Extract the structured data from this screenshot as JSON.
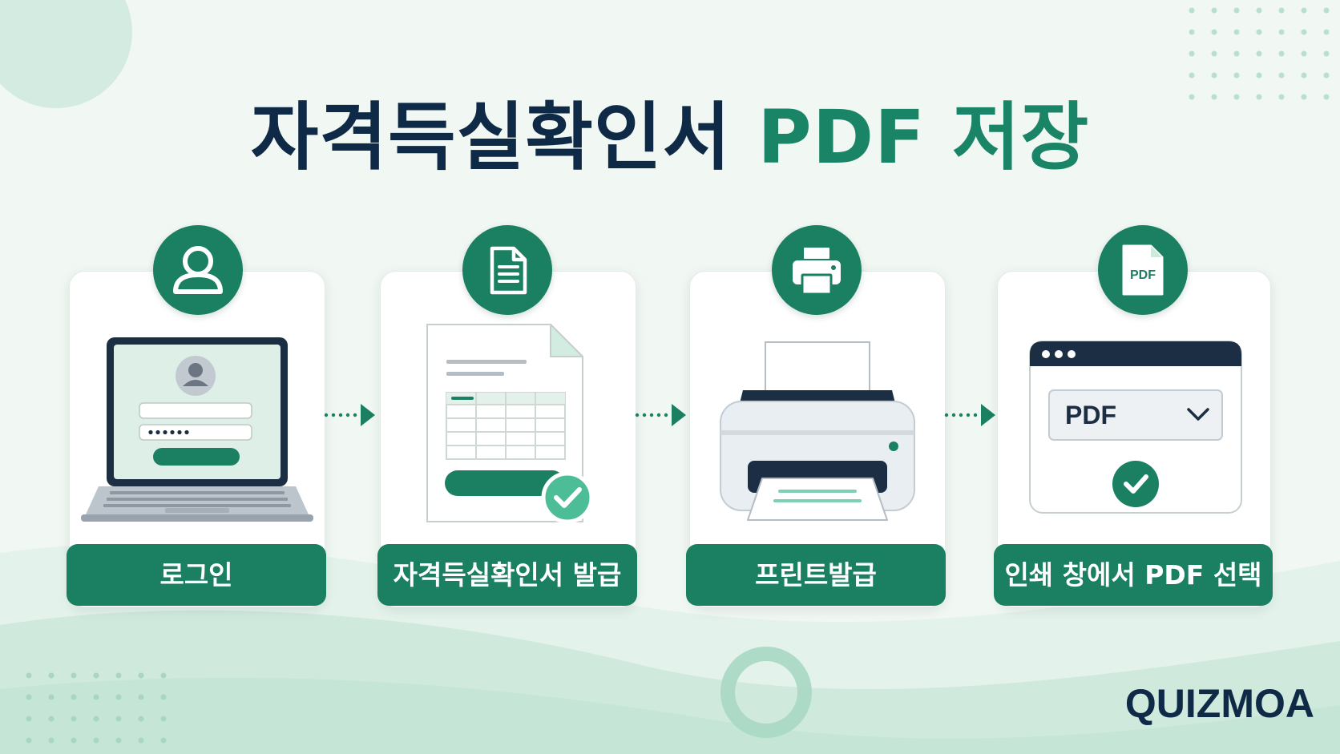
{
  "title": {
    "main": "자격득실확인서",
    "accent": "PDF 저장"
  },
  "steps": [
    {
      "label": "로그인",
      "icon": "user-icon",
      "illustration": "laptop-login-screen"
    },
    {
      "label": "자격득실확인서 발급",
      "icon": "document-icon",
      "illustration": "certificate-document"
    },
    {
      "label": "프린트발급",
      "icon": "printer-icon",
      "illustration": "printer"
    },
    {
      "label": "인쇄 창에서 PDF 선택",
      "icon": "pdf-file-icon",
      "illustration": "print-dialog-pdf-select"
    }
  ],
  "pdf_select_value": "PDF",
  "pdf_icon_text": "PDF",
  "brand": "QUIZMOA",
  "colors": {
    "accent": "#1b7f62",
    "navy": "#0f2a46",
    "background": "#f1f7f3",
    "mint": "#bfe3d3"
  }
}
